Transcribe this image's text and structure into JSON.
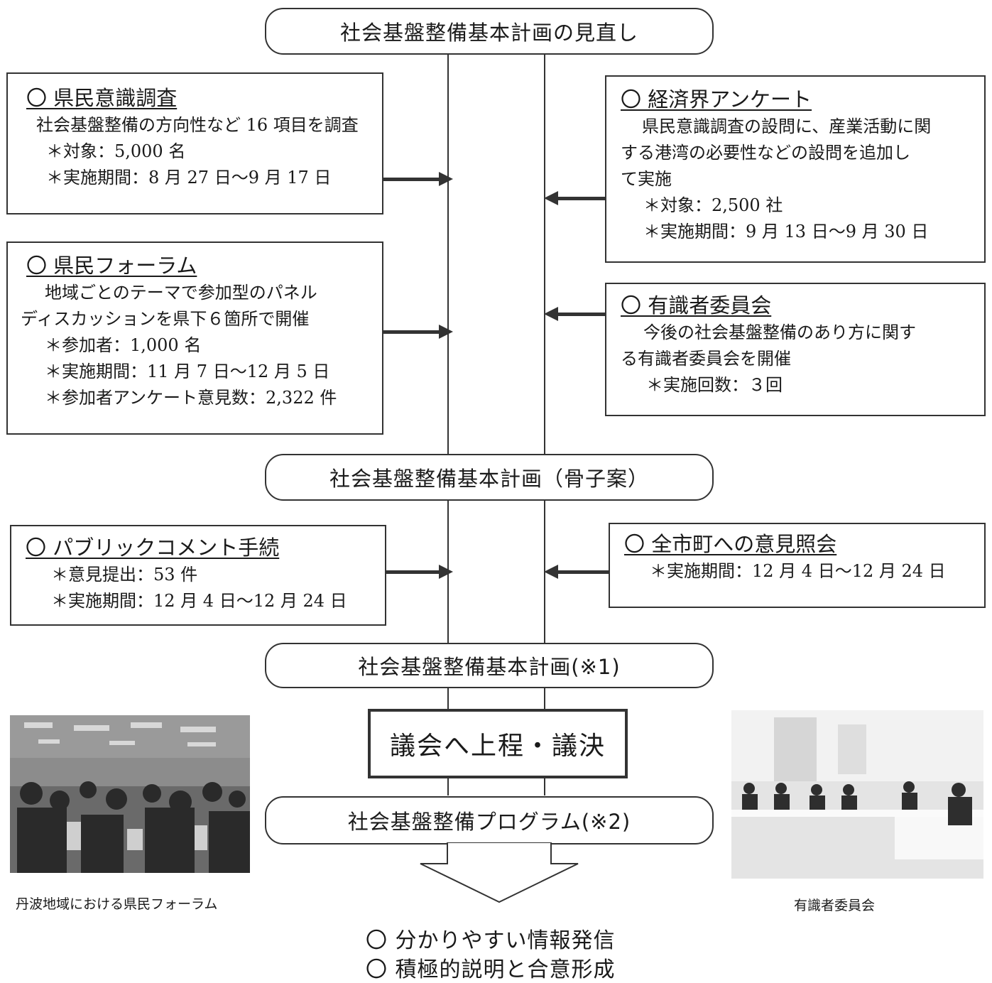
{
  "top_pill": "社会基盤整備基本計画の見直し",
  "survey": {
    "title": "〇 県民意識調査",
    "lines": [
      "社会基盤整備の方向性など 16 項目を調査",
      "＊対象：5,000 名",
      "＊実施期間：8 月 27 日～9 月 17 日"
    ]
  },
  "business": {
    "title": "〇 経済界アンケート",
    "lines": [
      "県民意識調査の設問に、産業活動に関",
      "する港湾の必要性などの設問を追加し",
      "て実施",
      "＊対象：2,500 社",
      "＊実施期間：9 月 13 日～9 月 30 日"
    ]
  },
  "forum": {
    "title": "〇 県民フォーラム",
    "lines": [
      "地域ごとのテーマで参加型のパネル",
      "ディスカッションを県下６箇所で開催",
      "＊参加者：1,000 名",
      "＊実施期間：11 月 7 日～12 月 5 日",
      "＊参加者アンケート意見数：2,322 件"
    ]
  },
  "experts": {
    "title": "〇 有識者委員会",
    "lines": [
      "今後の社会基盤整備のあり方に関す",
      "る有識者委員会を開催",
      "＊実施回数：３回"
    ]
  },
  "draft_pill": "社会基盤整備基本計画（骨子案）",
  "public_comment": {
    "title": "〇 パブリックコメント手続",
    "lines": [
      "＊意見提出：53 件",
      "＊実施期間：12 月 4 日～12 月 24 日"
    ]
  },
  "municipal": {
    "title": "〇 全市町への意見照会",
    "lines": [
      "＊実施期間：12 月 4 日～12 月 24 日"
    ]
  },
  "plan_pill": "社会基盤整備基本計画(※1)",
  "council_box": "議会へ上程・議決",
  "program_pill": "社会基盤整備プログラム(※2)",
  "photo_left_caption": "丹波地域における県民フォーラム",
  "photo_right_caption": "有識者委員会",
  "goals": [
    "〇 分かりやすい情報発信",
    "〇 積極的説明と合意形成"
  ]
}
